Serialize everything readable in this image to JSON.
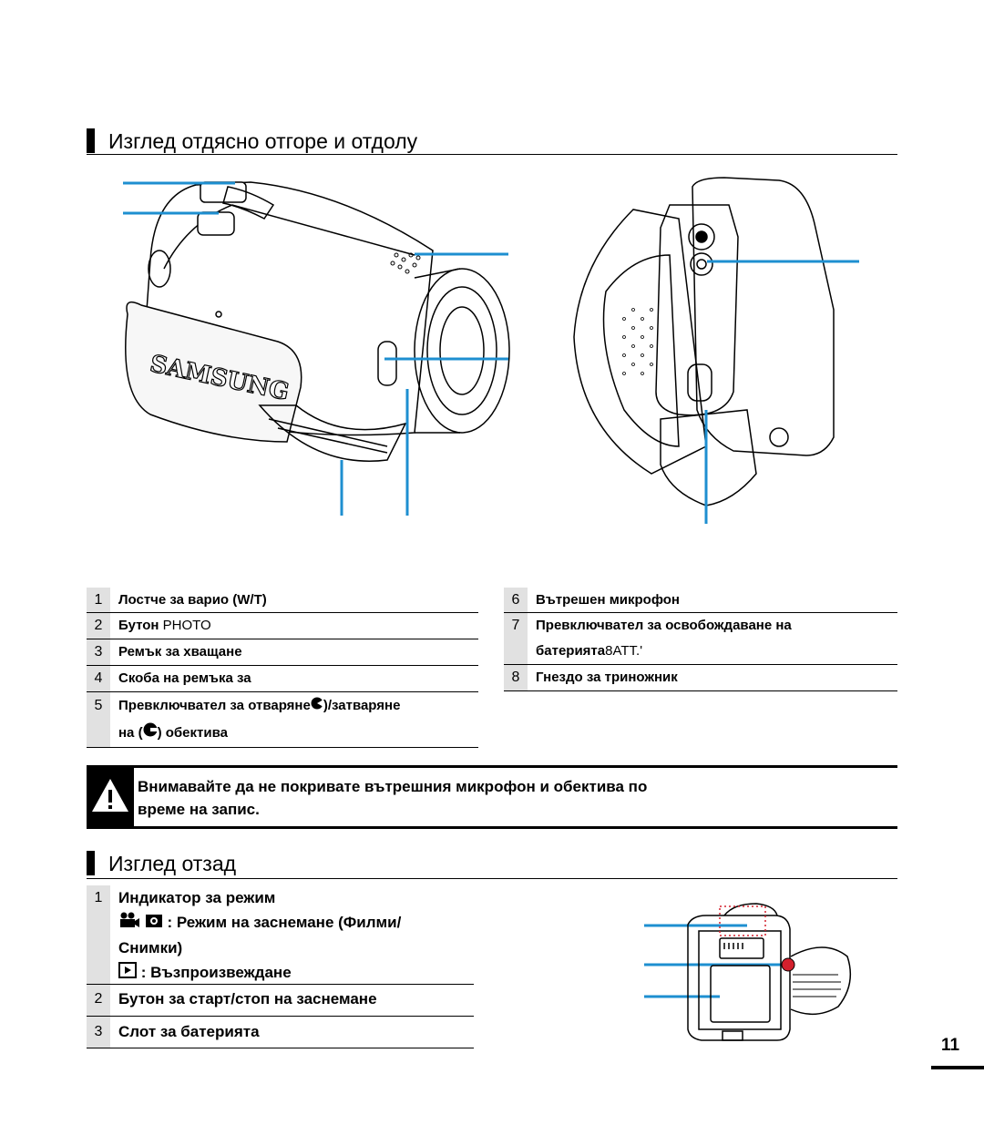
{
  "section1": {
    "title": "Изглед отдясно отгоре и отдолу"
  },
  "camera": {
    "brand": "SAMSUNG"
  },
  "table1_left": [
    {
      "num": "1",
      "label": "Лостче за варио (W/T)"
    },
    {
      "num": "2",
      "label_bold": "Бутон",
      "label_normal": " PHOTO"
    },
    {
      "num": "3",
      "label": "Ремък за хващане"
    },
    {
      "num": "4",
      "label": "Скоба на ремъка за"
    },
    {
      "num": "5",
      "line1a": "Превключвател за отваряне",
      "line1b": ")/затваряне",
      "line2a": "на (",
      "line2b": ") обектива"
    }
  ],
  "table1_right": [
    {
      "num": "6",
      "label": "Вътрешен микрофон"
    },
    {
      "num": "7",
      "line1": "Превключвател за освобождаване на",
      "line2_bold": "батерията",
      "line2_normal": "8ATT.'"
    },
    {
      "num": "8",
      "label": "Гнездо за триножник"
    }
  ],
  "warning": {
    "line1": "Внимавайте да не покривате вътрешния микрофон и обектива по",
    "line2": "време на запис."
  },
  "section2": {
    "title": "Изглед отзад"
  },
  "table2": [
    {
      "num": "1",
      "label": "Индикатор за режим",
      "sub1": ":  Режим на заснемане (Филми/",
      "sub1b": "Снимки)",
      "sub2": ":  Възпроизвеждане"
    },
    {
      "num": "2",
      "label": "Бутон за старт/стоп на заснемане"
    },
    {
      "num": "3",
      "label": "Слот за батерията"
    }
  ],
  "page": {
    "number": "11"
  },
  "colors": {
    "callout": "#1e8fd0",
    "row_num_bg": "#e1e1e1",
    "record_button": "#d3202d",
    "indicator_dots": "#d3202d"
  }
}
